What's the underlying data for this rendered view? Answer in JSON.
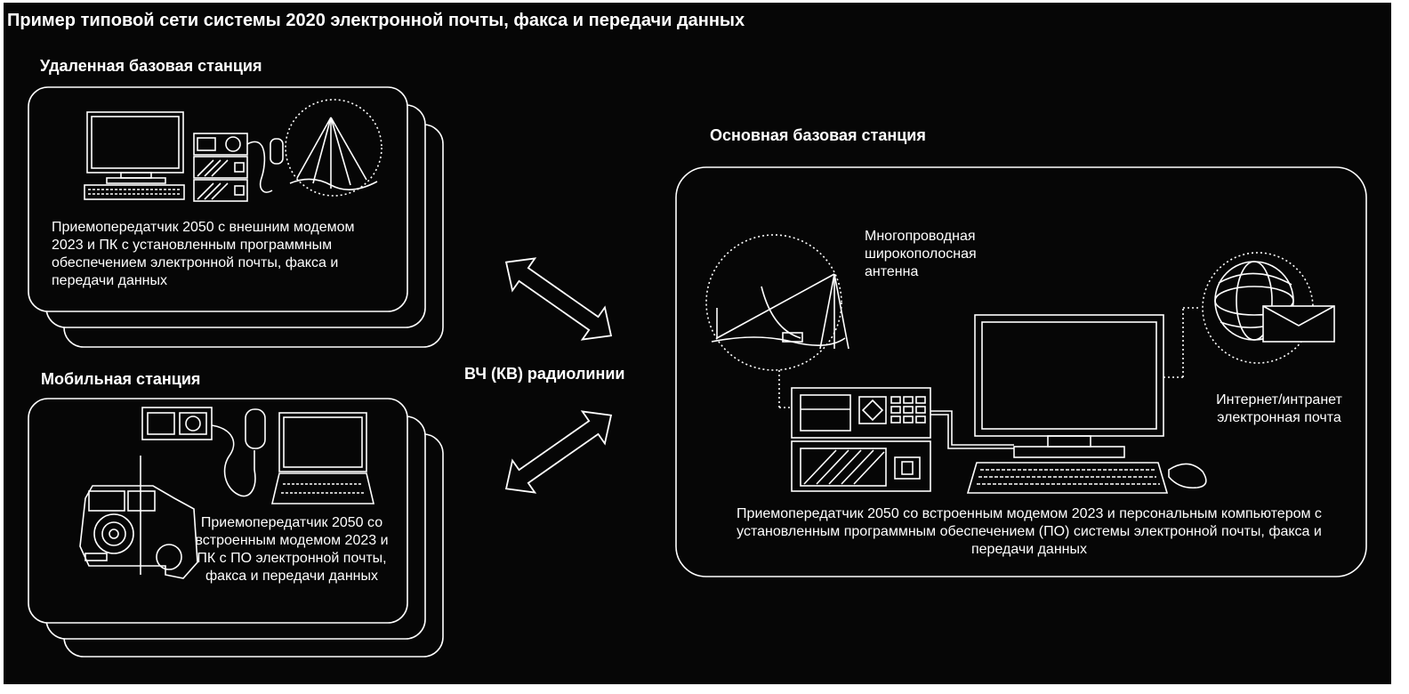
{
  "diagram": {
    "title": "Пример типовой сети системы 2020 электронной почты, факса и передачи данных",
    "remote_station": {
      "heading": "Удаленная базовая станция",
      "description": "Приемопередатчик 2050 с внешним модемом 2023 и ПК с установленным программным обеспечением электронной почты, факса и передачи данных"
    },
    "mobile_station": {
      "heading": "Мобильная станция",
      "description": "Приемопередатчик 2050 со встроенным модемом 2023 и ПК с ПО электронной почты, факса и передачи данных"
    },
    "hf_links": {
      "label": "ВЧ (КВ) радиолинии"
    },
    "main_station": {
      "heading": "Основная базовая станция",
      "antenna_label": "Многопроводная широкополосная антенна",
      "internet_label": "Интернет/интранет электронная почта",
      "description": "Приемопередатчик 2050 со встроенным модемом 2023 и персональным компьютером с установленным программным обеспечением (ПО) системы электронной почты, факса и передачи данных"
    },
    "icons": [
      "monitor-icon",
      "keyboard-icon",
      "transceiver-icon",
      "microphone-icon",
      "antenna-icon",
      "vehicle-icon",
      "laptop-icon",
      "globe-icon",
      "envelope-icon",
      "mouse-icon",
      "double-arrow-icon"
    ],
    "colors": {
      "background": "#060606",
      "foreground": "#ffffff"
    }
  }
}
